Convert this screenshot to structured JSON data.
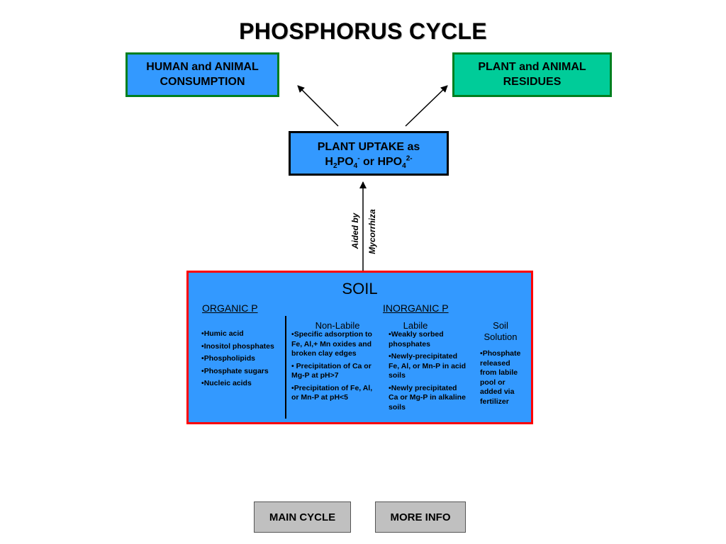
{
  "title": "PHOSPHORUS CYCLE",
  "boxes": {
    "human_consumption": [
      "HUMAN and ANIMAL",
      "CONSUMPTION"
    ],
    "residues": [
      "PLANT and ANIMAL",
      "RESIDUES"
    ],
    "uptake": {
      "line1": "PLANT UPTAKE as",
      "h": "H",
      "sub2": "2",
      "po": "PO",
      "sub4a": "4",
      "sup_minus": "-",
      "or_hpo": " or HPO",
      "sub4b": "4",
      "sup_2minus": "2-"
    }
  },
  "arrow_labels": [
    "Aided by",
    "Mycorrhiza"
  ],
  "soil": {
    "title": "SOIL",
    "organic_header": "ORGANIC P",
    "inorganic_header": "INORGANIC P",
    "organic_items": [
      "Humic acid",
      "Inositol phosphates",
      "Phospholipids",
      "Phosphate sugars",
      "Nucleic acids"
    ],
    "non_labile": {
      "title": "Non-Labile",
      "items": [
        "Specific adsorption to Fe, Al,+ Mn oxides and broken clay edges",
        " Precipitation of Ca or Mg-P at pH>7",
        "Precipitation of Fe, Al, or Mn-P at pH<5"
      ]
    },
    "labile": {
      "title": "Labile",
      "items": [
        "Weakly sorbed phosphates",
        "Newly-precipitated Fe, Al, or Mn-P in acid soils",
        "Newly precipitated Ca or Mg-P in alkaline soils"
      ]
    },
    "soil_solution": {
      "title": [
        "Soil",
        "Solution"
      ],
      "items": [
        "Phosphate released from labile pool or added via fertilizer"
      ]
    }
  },
  "buttons": {
    "main_cycle": "MAIN CYCLE",
    "more_info": "MORE INFO"
  },
  "colors": {
    "blue_box": "#3399ff",
    "green_box": "#00cc99",
    "green_border": "#007f1f",
    "soil_border": "#ff0000",
    "button_bg": "#c0c0c0"
  }
}
